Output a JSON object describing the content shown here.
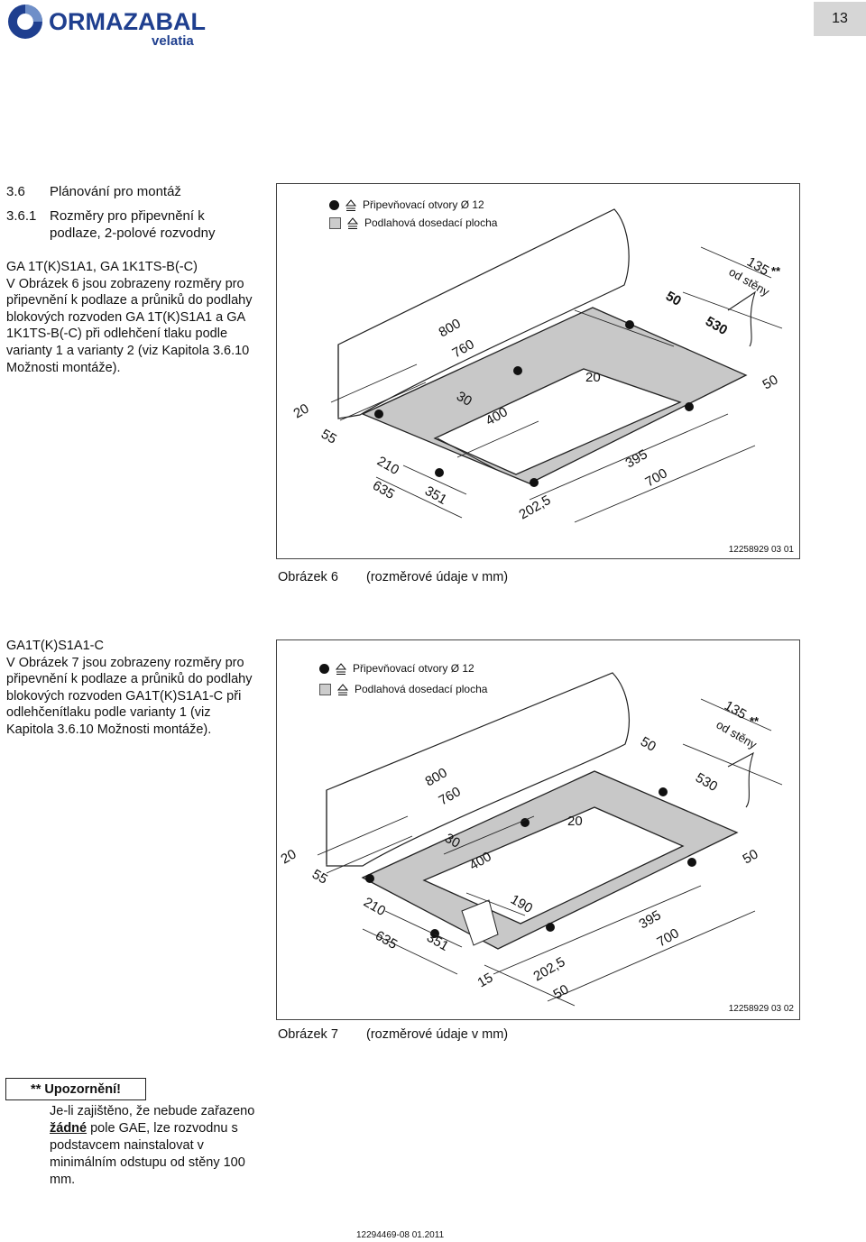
{
  "header": {
    "brand": "ORMAZABAL",
    "brand_sub": "velatia",
    "page_number": "13"
  },
  "section": {
    "number": "3.6",
    "title": "Plánování pro montáž"
  },
  "subsection": {
    "number": "3.6.1",
    "title": "Rozměry pro připevnění k podlaze, 2-polové rozvodny"
  },
  "block1": {
    "heading": "GA 1T(K)S1A1, GA 1K1TS-B(-C)",
    "text_a": "V Obrázek 6 jsou zobrazeny rozměry pro připevnění k podlaze a průniků do podlahy blokových rozvoden GA 1T(K)S1A1 a GA 1K1TS-B(-C) při odlehčení tlaku podle ",
    "v1": "varianty 1",
    "and": " a ",
    "v2": "varianty 2",
    "text_b": " (viz Kapitola 3.6.10 Možnosti montáže)."
  },
  "block2": {
    "heading": "GA1T(K)S1A1-C",
    "text_a": "V Obrázek 7 jsou zobrazeny rozměry pro připevnění k podlaze a průniků do podlahy blokových rozvoden GA1T(K)S1A1-C při odlehčenítlaku podle ",
    "v1": "varianty 1",
    "text_b": " (viz Kapitola 3.6.10 Možnosti montáže)."
  },
  "legend": {
    "fixing_holes": "Připevňovací otvory Ø 12",
    "floor_area": "Podlahová dosedací plocha"
  },
  "figure6": {
    "id": "12258929 03 01",
    "caption_label": "Obrázek 6",
    "caption_text": "(rozměrové údaje v mm)",
    "dims": {
      "d800": "800",
      "d760": "760",
      "d20a": "20",
      "d30": "30",
      "d400": "400",
      "d20b": "20",
      "d55": "55",
      "d210": "210",
      "d635": "635",
      "d351": "351",
      "d202": "202,5",
      "d395": "395",
      "d700": "700",
      "d50a": "50",
      "d530": "530",
      "d50b": "50",
      "d135": "135",
      "star": "**",
      "wall": "od stěny"
    }
  },
  "figure7": {
    "id": "12258929 03 02",
    "caption_label": "Obrázek 7",
    "caption_text": "(rozměrové údaje v mm)",
    "dims": {
      "d800": "800",
      "d760": "760",
      "d20a": "20",
      "d30": "30",
      "d400": "400",
      "d20b": "20",
      "d55": "55",
      "d210": "210",
      "d635": "635",
      "d351": "351",
      "d190": "190",
      "d15": "15",
      "d202": "202,5",
      "d50c": "50",
      "d395": "395",
      "d700": "700",
      "d50a": "50",
      "d530": "530",
      "d50b": "50",
      "d135": "135",
      "star": "**",
      "wall": "od stěny"
    }
  },
  "note": {
    "title": "** Upozornění!",
    "text_a": "Je-li zajištěno, že nebude zařazeno ",
    "emph": "žádné",
    "text_b": " pole GAE, lze rozvodnu s podstavcem nainstalovat v minimálním odstupu od stěny 100 mm."
  },
  "footer": {
    "code": "12294469-08  01.2011"
  },
  "colors": {
    "brand_blue": "#1f3f8f",
    "fill_gray": "#c8c8c8",
    "tab_gray": "#d6d6d6"
  }
}
